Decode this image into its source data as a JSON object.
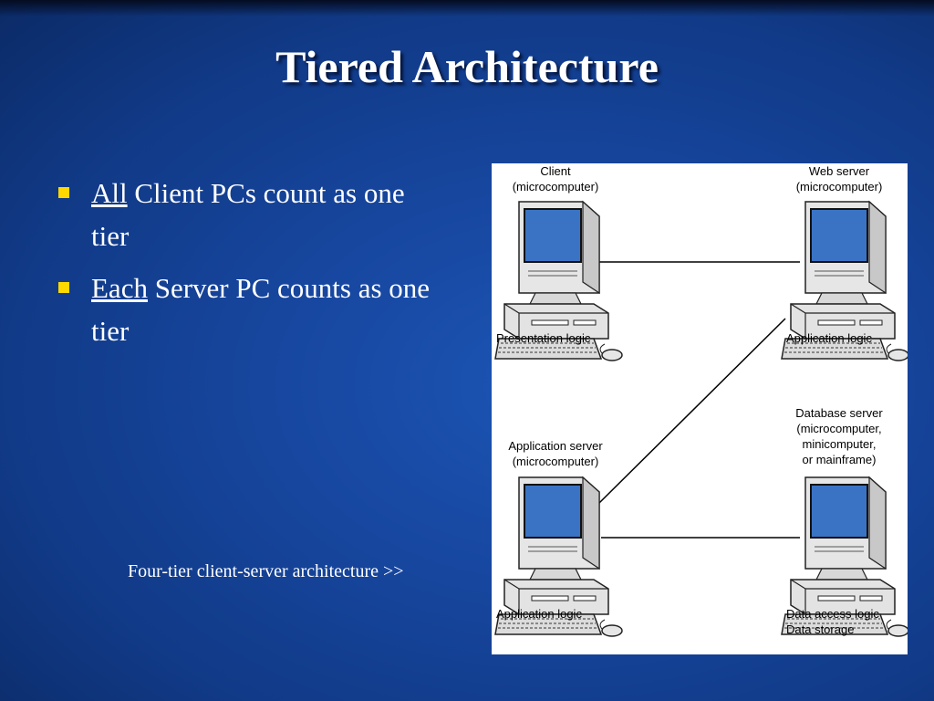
{
  "slide": {
    "title": "Tiered Architecture",
    "bullets": [
      {
        "emphasis": "All",
        "rest": " Client PCs count as one tier"
      },
      {
        "emphasis": "Each",
        "rest": " Server PC counts as one tier"
      }
    ],
    "caption": "Four-tier client-server architecture >>"
  },
  "diagram": {
    "client": {
      "name": "Client\n(microcomputer)",
      "role": "Presentation logic"
    },
    "web_server": {
      "name": "Web server\n(microcomputer)",
      "role": "Application logic"
    },
    "app_server": {
      "name": "Application server\n(microcomputer)",
      "role": "Application logic"
    },
    "db_server": {
      "name": "Database server\n(microcomputer,\nminicomputer,\nor mainframe)",
      "role": "Data access logic\nData storage"
    }
  },
  "colors": {
    "bullet": "#ffd800",
    "screen": "#3a73c4"
  }
}
